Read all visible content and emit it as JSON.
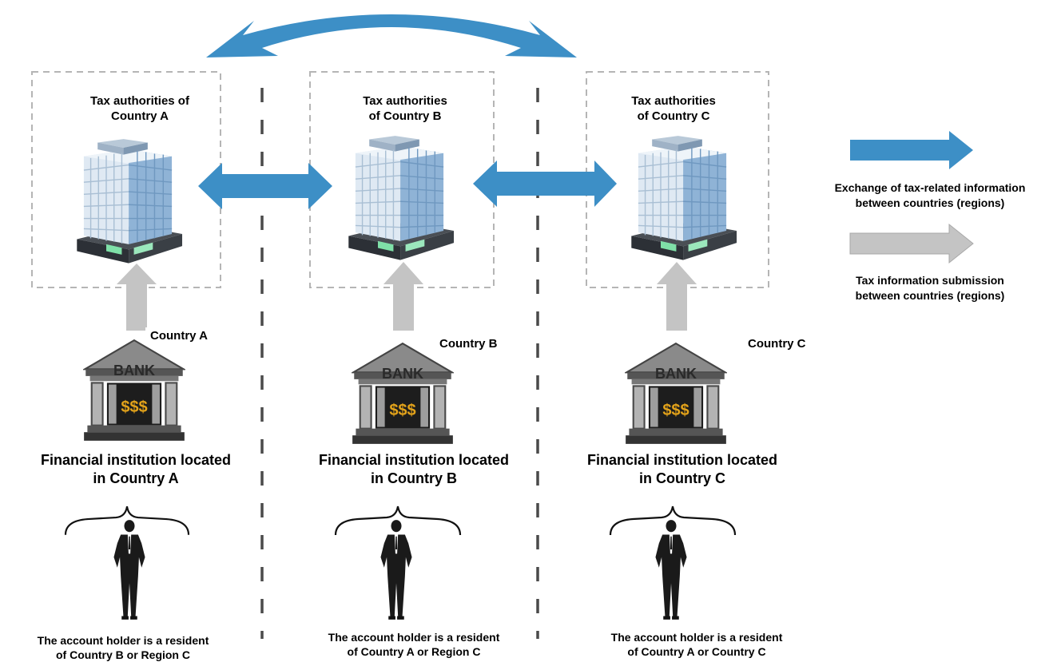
{
  "columns": [
    {
      "authority": "Tax authorities of\nCountry A",
      "country": "Country A",
      "institution": "Financial institution located\nin Country A",
      "holder": "The account holder is a resident\nof Country B or Region C"
    },
    {
      "authority": "Tax authorities\nof Country B",
      "country": "Country B",
      "institution": "Financial institution located\nin Country B",
      "holder": "The account holder is a resident\nof Country A or Region C"
    },
    {
      "authority": "Tax authorities\nof Country C",
      "country": "Country C",
      "institution": "Financial institution located\nin Country C",
      "holder": "The account holder is a resident\nof Country A or Country C"
    }
  ],
  "bank": {
    "sign": "BANK",
    "money": "$$$"
  },
  "legend": {
    "exchange": "Exchange of tax-related information\nbetween countries (regions)",
    "submission": "Tax information submission\nbetween countries (regions)"
  },
  "colors": {
    "exchange_arrow": "#3d8fc6",
    "submission_arrow": "#c4c4c4",
    "box_border": "#b5b5b5"
  },
  "icons": [
    "office-building-icon",
    "bank-icon",
    "businessman-icon",
    "double-headed-arrow-icon",
    "up-arrow-icon",
    "curly-brace-icon"
  ]
}
